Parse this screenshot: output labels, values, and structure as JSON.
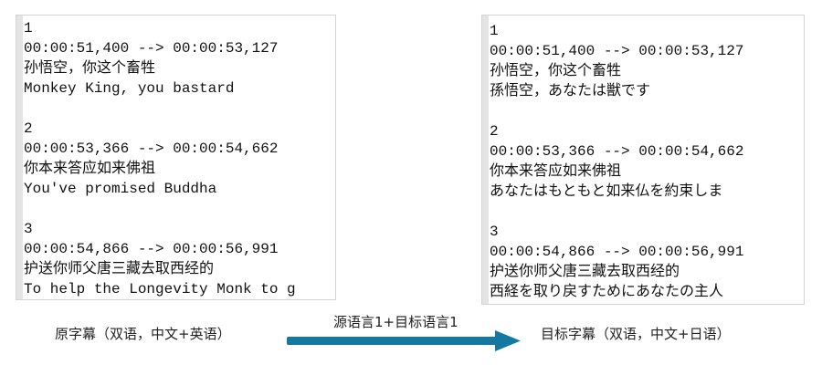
{
  "source_panel": {
    "lines": [
      "1",
      "00:00:51,400 --> 00:00:53,127",
      "孙悟空，你这个畜牲",
      "Monkey King, you bastard",
      "",
      "2",
      "00:00:53,366 --> 00:00:54,662",
      "你本来答应如来佛祖",
      "You've promised Buddha",
      "",
      "3",
      "00:00:54,866 --> 00:00:56,991",
      "护送你师父唐三藏去取西经的",
      "To help the Longevity Monk to g"
    ]
  },
  "target_panel": {
    "lines": [
      "1",
      "00:00:51,400 --> 00:00:53,127",
      "孙悟空，你这个畜牲",
      "孫悟空，あなたは獣です",
      "",
      "2",
      "00:00:53,366 --> 00:00:54,662",
      "你本来答应如来佛祖",
      "あなたはもともと如来仏を約束しま",
      "",
      "3",
      "00:00:54,866 --> 00:00:56,991",
      "护送你师父唐三藏去取西经的",
      "西経を取り戻すためにあなたの主人"
    ]
  },
  "captions": {
    "source": "原字幕（双语，中文+英语）",
    "arrow": "源语言1+目标语言1",
    "target": "目标字幕（双语，中文+日语）"
  },
  "colors": {
    "arrow": "#1479a0"
  }
}
